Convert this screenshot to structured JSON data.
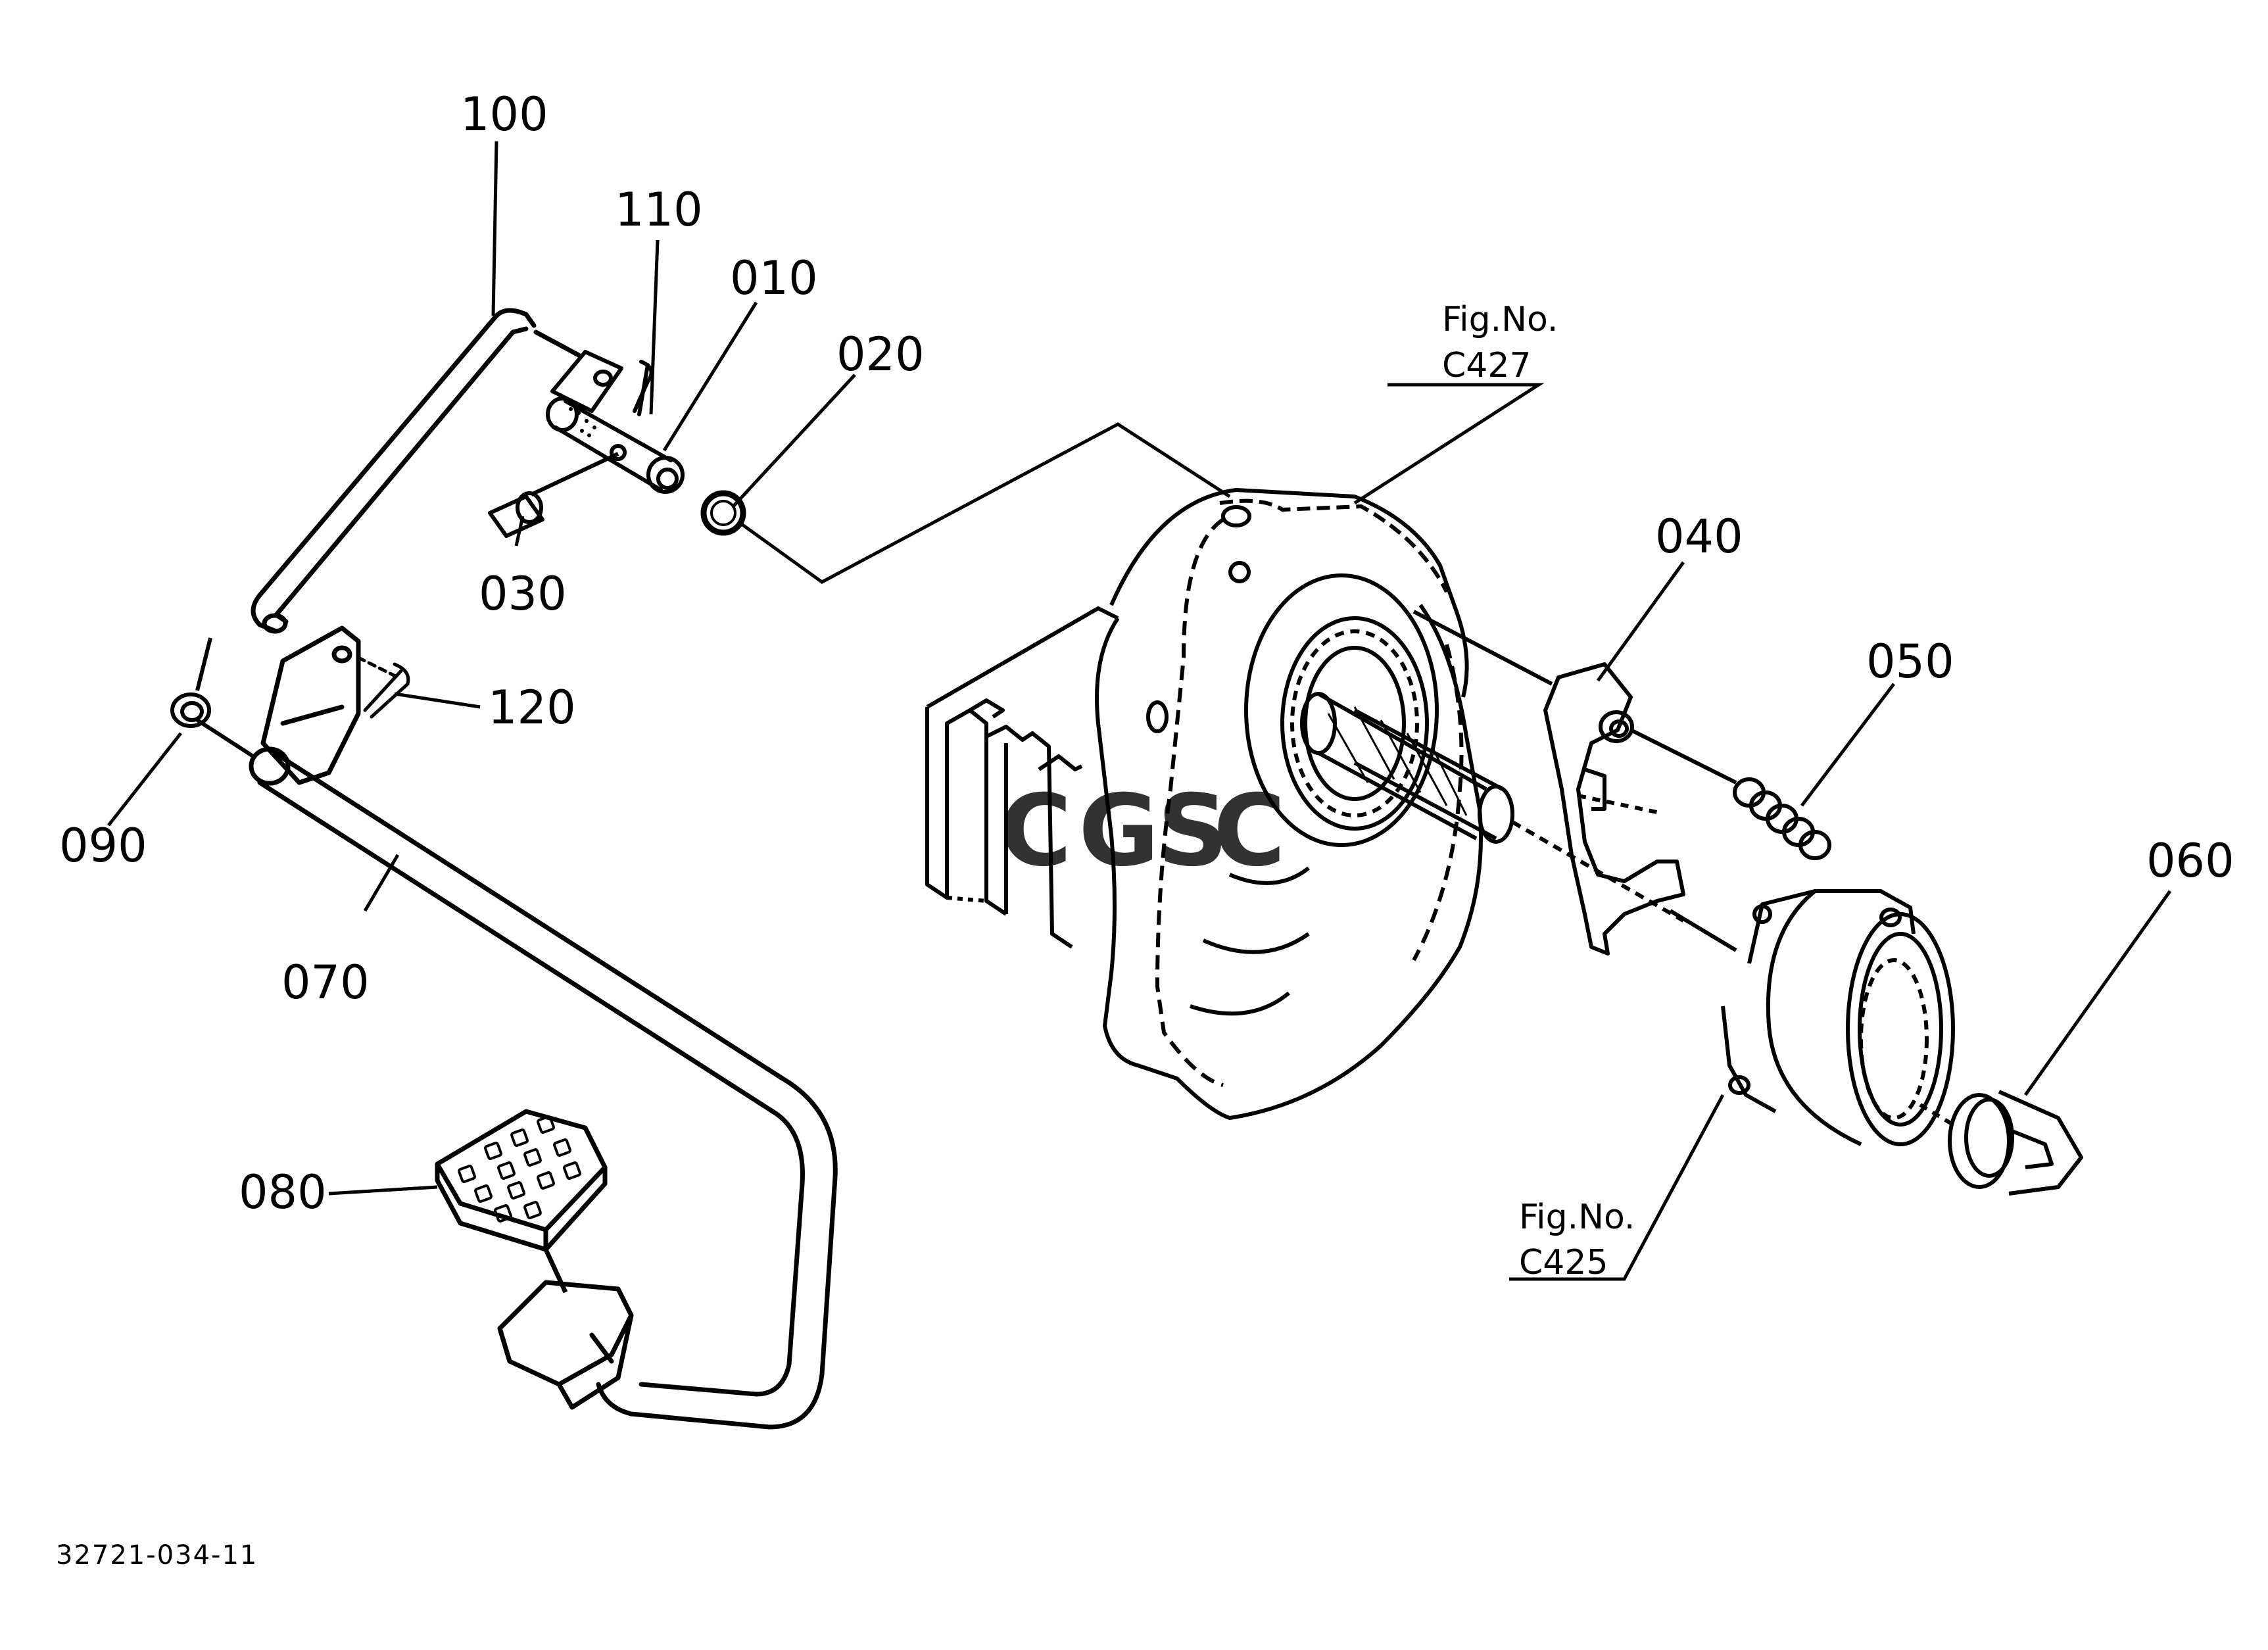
{
  "parts": [
    {
      "id": "p100",
      "number": "100"
    },
    {
      "id": "p110",
      "number": "110"
    },
    {
      "id": "p010",
      "number": "010"
    },
    {
      "id": "p020",
      "number": "020"
    },
    {
      "id": "p030",
      "number": "030"
    },
    {
      "id": "p120",
      "number": "120"
    },
    {
      "id": "p090",
      "number": "090"
    },
    {
      "id": "p070",
      "number": "070"
    },
    {
      "id": "p080",
      "number": "080"
    },
    {
      "id": "p040",
      "number": "040"
    },
    {
      "id": "p050",
      "number": "050"
    },
    {
      "id": "p060",
      "number": "060"
    }
  ],
  "figure_refs": [
    {
      "id": "ref_c427",
      "label": "Fig.No.",
      "number": "C427"
    },
    {
      "id": "ref_c425",
      "label": "Fig.No.",
      "number": "C425"
    }
  ],
  "watermark": {
    "letters": [
      "C",
      "G",
      "S",
      "C"
    ],
    "colors": [
      "#4f86e8",
      "#e86a5c",
      "#f3c845",
      "#45a87a"
    ]
  },
  "document_number": "32721-034-11",
  "colors": {
    "ink": "#000000",
    "paper": "#ffffff"
  }
}
